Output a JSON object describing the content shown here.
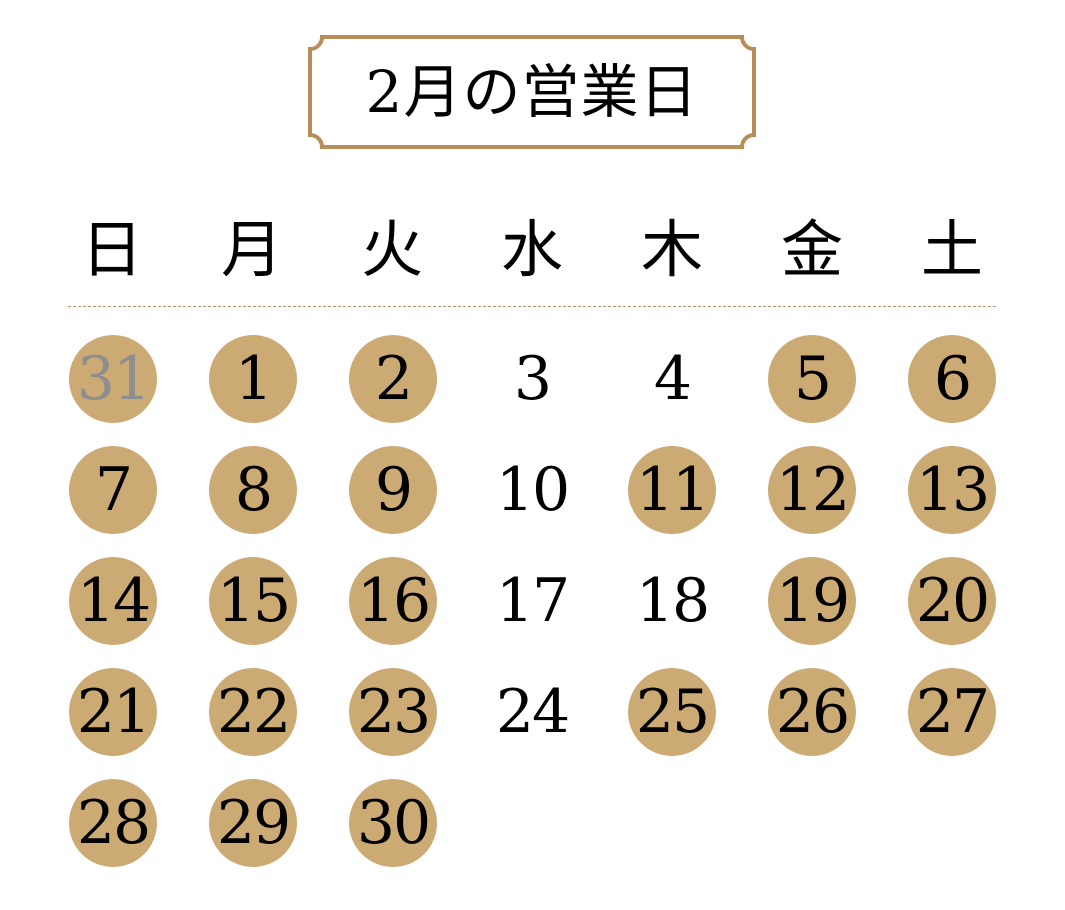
{
  "title": "2月の営業日",
  "colors": {
    "accent": "#ccaa74",
    "frame": "#b98d5a",
    "muted_text": "#8e8e8e",
    "divider": "#b8946a"
  },
  "weekdays": [
    "日",
    "月",
    "火",
    "水",
    "木",
    "金",
    "土"
  ],
  "days": [
    {
      "label": "31",
      "open": true,
      "muted": true
    },
    {
      "label": "1",
      "open": true
    },
    {
      "label": "2",
      "open": true
    },
    {
      "label": "3",
      "open": false
    },
    {
      "label": "4",
      "open": false
    },
    {
      "label": "5",
      "open": true
    },
    {
      "label": "6",
      "open": true
    },
    {
      "label": "7",
      "open": true
    },
    {
      "label": "8",
      "open": true
    },
    {
      "label": "9",
      "open": true
    },
    {
      "label": "10",
      "open": false
    },
    {
      "label": "11",
      "open": true
    },
    {
      "label": "12",
      "open": true
    },
    {
      "label": "13",
      "open": true
    },
    {
      "label": "14",
      "open": true
    },
    {
      "label": "15",
      "open": true
    },
    {
      "label": "16",
      "open": true
    },
    {
      "label": "17",
      "open": false
    },
    {
      "label": "18",
      "open": false
    },
    {
      "label": "19",
      "open": true
    },
    {
      "label": "20",
      "open": true
    },
    {
      "label": "21",
      "open": true
    },
    {
      "label": "22",
      "open": true
    },
    {
      "label": "23",
      "open": true
    },
    {
      "label": "24",
      "open": false
    },
    {
      "label": "25",
      "open": true
    },
    {
      "label": "26",
      "open": true
    },
    {
      "label": "27",
      "open": true
    },
    {
      "label": "28",
      "open": true
    },
    {
      "label": "29",
      "open": true
    },
    {
      "label": "30",
      "open": true
    }
  ]
}
